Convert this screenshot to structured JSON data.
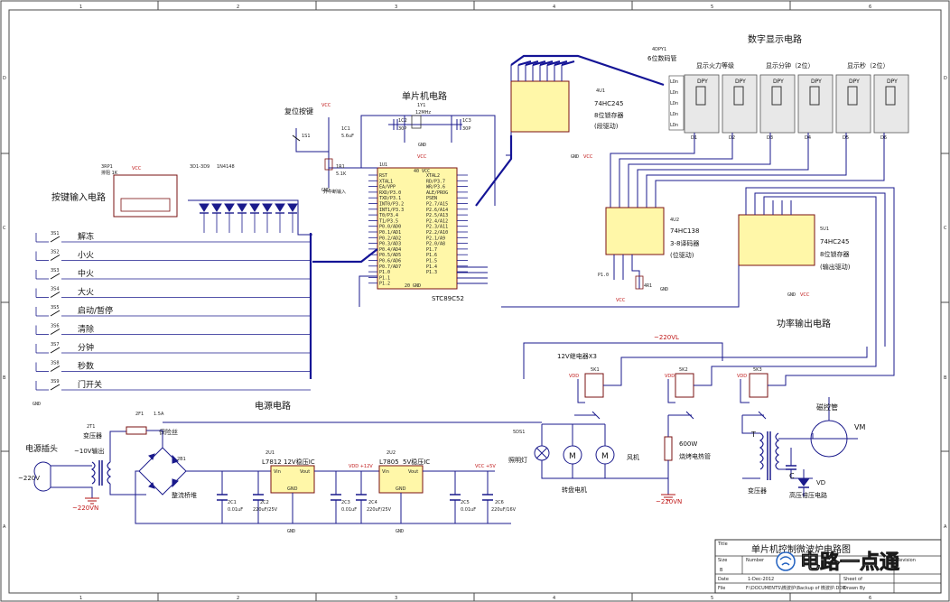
{
  "frame": {
    "col_marks": [
      "1",
      "2",
      "3",
      "4",
      "5",
      "6"
    ],
    "row_marks": [
      "D",
      "C",
      "B",
      "A"
    ]
  },
  "sections": {
    "display": "数字显示电路",
    "mcu": "单片机电路",
    "reset": "复位按键",
    "keys": "按键输入电路",
    "power": "电源电路",
    "power_out": "功率输出电路"
  },
  "display": {
    "dpy_ref": "4DPY1",
    "dpy_desc": "6位数码管",
    "group_fire": "显示火力等级",
    "group_min": "显示分钟（2位）",
    "group_sec": "显示秒（2位）",
    "digit_label": "DPY",
    "digits": [
      "D1",
      "D2",
      "D3",
      "D4",
      "D5",
      "D6"
    ]
  },
  "chips": {
    "u1_ref": "4U1",
    "u1_part": "74HC245",
    "u1_desc1": "8位锁存器",
    "u1_desc2": "(段驱动)",
    "u2_ref": "4U2",
    "u2_part": "74HC138",
    "u2_desc1": "3-8译码器",
    "u2_desc2": "(位驱动)",
    "u3_ref": "5U1",
    "u3_part": "74HC245",
    "u3_desc1": "8位锁存器",
    "u3_desc2": "(输出驱动)",
    "mcu_ref": "1U1",
    "mcu_part": "STC89C52",
    "ext_in": "外中断输入",
    "mcu_pins_left": [
      "RST",
      "XTAL1",
      "EA/VPP",
      "RXD/P3.0",
      "TXD/P3.1",
      "INT0/P3.2",
      "INT1/P3.3",
      "T0/P3.4",
      "T1/P3.5",
      "P0.0/AD0",
      "P0.1/AD1",
      "P0.2/AD2",
      "P0.3/AD3",
      "P0.4/AD4",
      "P0.5/AD5",
      "P0.6/AD6",
      "P0.7/AD7",
      "P1.0",
      "P1.1",
      "P1.2"
    ],
    "mcu_pins_right": [
      "XTAL2",
      "RD/P3.7",
      "WR/P3.6",
      "ALE/PROG",
      "PSEN",
      "P2.7/A15",
      "P2.6/A14",
      "P2.5/A13",
      "P2.4/A12",
      "P2.3/A11",
      "P2.2/A10",
      "P2.1/A9",
      "P2.0/A8",
      "P1.7",
      "P1.6",
      "P1.5",
      "P1.4",
      "P1.3"
    ],
    "vcc_pin": "40 VCC",
    "gnd_pin": "20 GND"
  },
  "osc": {
    "y1": "1Y1",
    "freq": "12MHz",
    "c2": "1C2",
    "c3": "1C3",
    "c_val": "30P"
  },
  "reset": {
    "s1": "1S1",
    "c1": "1C1",
    "c1_val": "5.6uF",
    "r1": "1R1",
    "r1_val": "5.1K"
  },
  "keys": {
    "rp": "3RP1",
    "rp_val": "排阻 1K",
    "d_range": "3D1-3D9",
    "d_part": "1N4148",
    "refs": [
      "3S1",
      "3S2",
      "3S3",
      "3S4",
      "3S5",
      "3S6",
      "3S7",
      "3S8",
      "3S9"
    ],
    "labels": [
      "解冻",
      "小火",
      "中火",
      "大火",
      "启动/暂停",
      "清除",
      "分钟",
      "秒数",
      "门开关"
    ]
  },
  "power": {
    "plug": "电源插头",
    "transformer": "变压器",
    "t_out": "~10V输出",
    "t_ref": "2T1",
    "fuse": "保险丝",
    "fuse_ref": "2F1",
    "fuse_val": "1.5A",
    "bridge": "整流桥堆",
    "bridge_ref": "2B1",
    "in_volt": "~220V",
    "vn": "~220VN",
    "reg1": "L7812",
    "reg1_desc": "12V稳压IC",
    "reg1_ref": "2U1",
    "reg2": "L7805",
    "reg2_desc": "5V稳压IC",
    "reg2_ref": "2U2",
    "vdd": "VDD +12V",
    "vcc": "VCC +5V",
    "pin_vin": "Vin",
    "pin_vout": "Vout",
    "pin_gnd": "GND",
    "caps": [
      "2C1",
      "2C2",
      "2C3",
      "2C4",
      "2C5",
      "2C6"
    ],
    "cap_vals": [
      "0.01uF",
      "220uF/25V",
      "0.01uF",
      "220uF/25V",
      "0.01uF",
      "220uF/16V"
    ]
  },
  "output": {
    "vl": "~220VL",
    "vn": "~220VN",
    "relay_group": "12V继电器X3",
    "relays": [
      "5K1",
      "5K2",
      "5K3"
    ],
    "lamp": "照明灯",
    "lamp_ref": "5DS1",
    "fan": "风机",
    "turntable": "转盘电机",
    "heater_w": "600W",
    "heater": "烧烤电热管",
    "transformer_t": "T",
    "transformer": "变压器",
    "magnetron": "磁控管",
    "vm": "VM",
    "cap": "C",
    "vd": "VD",
    "hv": "高压倍压电路",
    "motor": "M"
  },
  "nets": {
    "vcc": "VCC",
    "vdd": "VDD",
    "gnd": "GND",
    "ldn": "LDn",
    "p0": "P0.0",
    "p1": "P1.0"
  },
  "title_block": {
    "title_label": "Title",
    "title": "单片机控制微波炉电路图",
    "size_label": "Size",
    "size": "B",
    "number_label": "Number",
    "date_label": "Date",
    "date": "1-Dec-2012",
    "sheet_label": "Sheet of",
    "file_label": "File",
    "file": "F:\\DOCUMENTS\\微波炉\\Backup of 微波炉.DDB",
    "drawn_label": "Drawn By",
    "rev_label": "Revision"
  },
  "watermark": "电路一点通"
}
